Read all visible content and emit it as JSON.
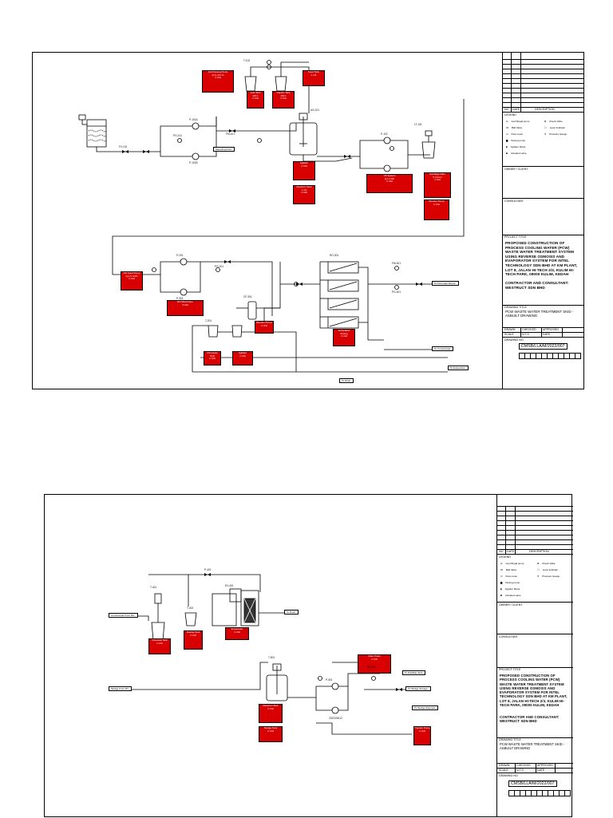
{
  "sheets": [
    {
      "legend_title": "LEGEND",
      "legend": [
        {
          "label": "Centrifugal pump",
          "icon": "pump-icon"
        },
        {
          "label": "Check Valve",
          "icon": "valve-icon"
        },
        {
          "label": "Ball Valve",
          "icon": "valve-icon"
        },
        {
          "label": "Level Indicator",
          "icon": "gauge-icon"
        },
        {
          "label": "Flow meter",
          "icon": "flowmeter-icon"
        },
        {
          "label": "Dosing pump",
          "icon": "pump-icon"
        },
        {
          "label": "Pressure Gauge",
          "icon": "gauge-icon"
        },
        {
          "label": "Agitator Motor",
          "icon": "motor-icon"
        },
        {
          "label": "Actuated valve",
          "icon": "valve-icon"
        }
      ],
      "tb_rev_labels": [
        "NO",
        "DATE",
        "DESCRIPTION"
      ],
      "client_label": "OWNER / CLIENT",
      "consultant_label": "CONSULTANT",
      "project_label": "PROJECT TITLE",
      "project_title": "PROPOSED CONSTRUCTION OF PROCESS COOLING WATER (PCW) WASTE WATER TREATMENT SYSTEM USING REVERSE OSMOSIS AND EVAPORATOR SYSTEM FOR INTEL TECHNOLOGY SDN BHD AT KM PLANT, LOT 8, JALAN HI-TECH 2/3, KULIM HI-TECH PARK, 09000 KULIM, KEDAH",
      "contractor_title": "CONTRACTOR AND CONSULTANT: WESTRUCT SDN BHD",
      "drawing_label": "DRAWING TITLE",
      "drawing_title": "PCW WASTE WATER TREATMENT SKID - ASBUILT DRAWING",
      "meta": [
        "DRAWN",
        "CHECKED",
        "APPROVED",
        "SCALE",
        "DATE",
        "N.T.S"
      ],
      "drawing_no_label": "DRAWING NO",
      "drawing_no": "CMSB/LLA/M/2022/007",
      "redboxes": [
        [
          "Acid Dosing Pump",
          "Q:0~10 L/h",
          "1 Unit"
        ],
        [
          "Acid Tank",
          "100 L",
          "1 Unit"
        ],
        [
          "Caustic Tank",
          "100 L",
          "1 Unit"
        ],
        [
          "Feed Tank",
          "1 m3"
        ],
        [
          "Agitator",
          "1 Unit"
        ],
        [
          "Reaction Tank",
          "1 m3",
          "1 Unit"
        ],
        [
          "UF System",
          "Q:1 m3/h",
          "1 Unit"
        ],
        [
          "Cartridge Filter",
          "5 micron",
          "1 Unit"
        ],
        [
          "Booster Pump",
          "1 Unit"
        ],
        [
          "RO Feed Pump",
          "Q:1.5 m3/h",
          "1 Unit"
        ],
        [
          "RO Membrane",
          "4 Unit"
        ],
        [
          "Antiscalant",
          "Dosing",
          "1 Unit"
        ],
        [
          "Permeate Tank",
          "1 Unit"
        ]
      ],
      "tags": [
        "FV-101",
        "P-101A",
        "P-101B",
        "PG-101",
        "FM-101",
        "AG-101",
        "T-102",
        "P-102",
        "LT-101",
        "P-201",
        "PG-201",
        "T-201",
        "P-301",
        "CF-301",
        "RO-301",
        "FM-301",
        "PG-301"
      ],
      "outlets": [
        "To Permeate Reuse",
        "To Concentrate",
        "To Evaporator",
        "To Drain",
        "Sampling Point"
      ]
    },
    {
      "drawing_no": "CMSB/LLA/M/2022/007",
      "redboxes": [
        [
          "Chemical Tank",
          "1 Unit"
        ],
        [
          "Dosing Tank",
          "1 Unit"
        ],
        [
          "Evaporator",
          "1 Unit"
        ],
        [
          "Reaction Tank",
          "1 Unit"
        ],
        [
          "Sludge Tank",
          "1 Unit"
        ],
        [
          "Filter Press",
          "1 Unit"
        ],
        [
          "Transfer Pump",
          "1 Unit"
        ]
      ],
      "tags": [
        "T-401",
        "T-402",
        "EV-401",
        "P-401",
        "T-501",
        "P-501",
        "FP-501"
      ],
      "inlets": [
        "Concentrate From RO",
        "Sludge From RT"
      ],
      "outlets": [
        "To Distillate Tank",
        "To Sludge Storage",
        "To Sludge Disposal",
        "To Drain"
      ],
      "stamp": "2022/00012"
    }
  ]
}
